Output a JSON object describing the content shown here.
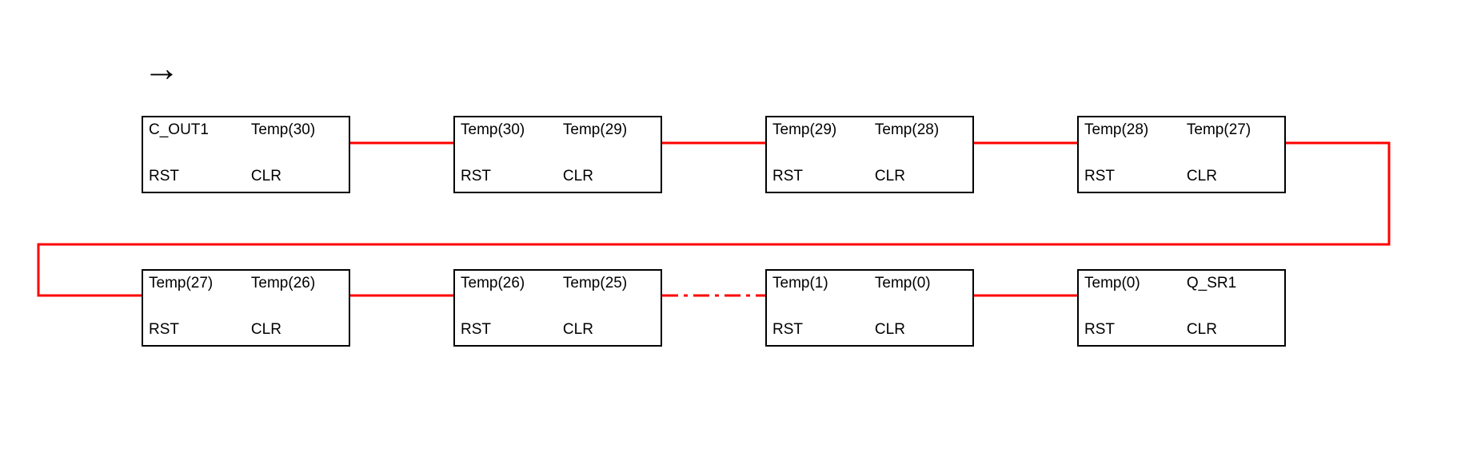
{
  "diagram": {
    "pointer_arrow": "→",
    "colors": {
      "wire": "#ff0000",
      "block_border": "#000000",
      "block_fill": "#ffffff",
      "background": "#ffffff",
      "text": "#000000"
    },
    "blocks": [
      {
        "id": "block-1",
        "top_left": "C_OUT1",
        "top_right": "Temp(30)",
        "bottom_left": "RST",
        "bottom_right": "CLR"
      },
      {
        "id": "block-2",
        "top_left": "Temp(30)",
        "top_right": "Temp(29)",
        "bottom_left": "RST",
        "bottom_right": "CLR"
      },
      {
        "id": "block-3",
        "top_left": "Temp(29)",
        "top_right": "Temp(28)",
        "bottom_left": "RST",
        "bottom_right": "CLR"
      },
      {
        "id": "block-4",
        "top_left": "Temp(28)",
        "top_right": "Temp(27)",
        "bottom_left": "RST",
        "bottom_right": "CLR"
      },
      {
        "id": "block-5",
        "top_left": "Temp(27)",
        "top_right": "Temp(26)",
        "bottom_left": "RST",
        "bottom_right": "CLR"
      },
      {
        "id": "block-6",
        "top_left": "Temp(26)",
        "top_right": "Temp(25)",
        "bottom_left": "RST",
        "bottom_right": "CLR"
      },
      {
        "id": "block-7",
        "top_left": "Temp(1)",
        "top_right": "Temp(0)",
        "bottom_left": "RST",
        "bottom_right": "CLR"
      },
      {
        "id": "block-8",
        "top_left": "Temp(0)",
        "top_right": "Q_SR1",
        "bottom_left": "RST",
        "bottom_right": "CLR"
      }
    ],
    "wires": [
      {
        "from": "block-1.Temp(30)",
        "to": "block-2.Temp(30)",
        "style": "solid"
      },
      {
        "from": "block-2.Temp(29)",
        "to": "block-3.Temp(29)",
        "style": "solid"
      },
      {
        "from": "block-3.Temp(28)",
        "to": "block-4.Temp(28)",
        "style": "solid"
      },
      {
        "from": "block-4.Temp(27)",
        "to": "block-5.Temp(27)",
        "style": "solid"
      },
      {
        "from": "block-5.Temp(26)",
        "to": "block-6.Temp(26)",
        "style": "solid"
      },
      {
        "from": "block-6.Temp(25)",
        "to": "block-7.Temp(1)",
        "style": "dash-dot"
      },
      {
        "from": "block-7.Temp(0)",
        "to": "block-8.Temp(0)",
        "style": "solid"
      }
    ]
  }
}
